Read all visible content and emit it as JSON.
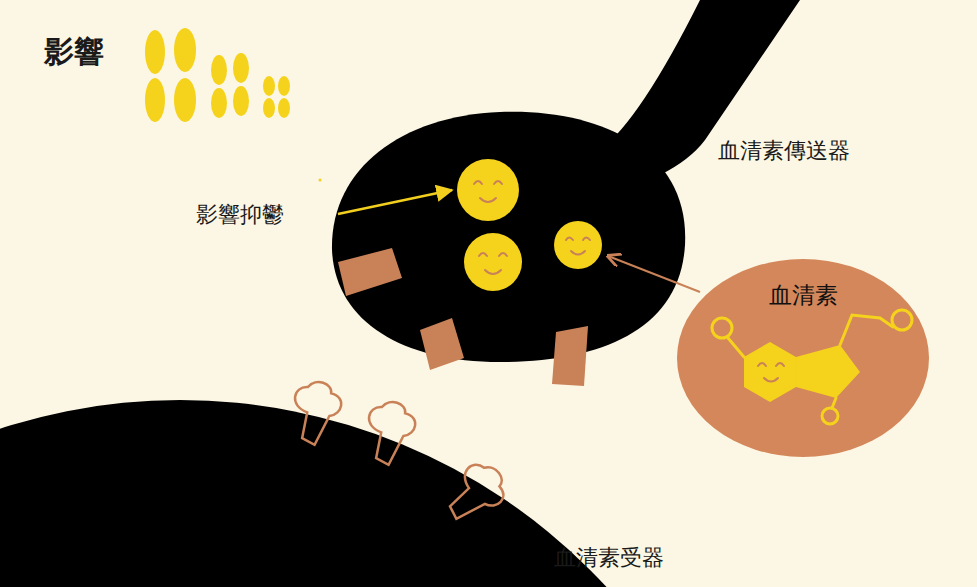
{
  "diagram": {
    "nodes": [
      {
        "text": [
          "血清素"
        ]
      }
    ],
    "labels": [
      "影響",
      "影響抑鬱",
      "血清素傳送器",
      "血清素受器"
    ]
  }
}
